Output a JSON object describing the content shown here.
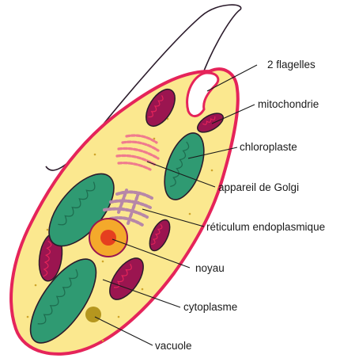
{
  "labels": {
    "flagella": "2 flagelles",
    "mitochondria": "mitochondrie",
    "chloroplast": "chloroplaste",
    "golgi": "appareil de Golgi",
    "er": "réticulum endoplasmique",
    "nucleus": "noyau",
    "cytoplasm": "cytoplasme",
    "vacuole": "vacuole"
  },
  "colors": {
    "cell_fill": "#fbe88f",
    "membrane": "#e5245a",
    "mitochondria": "#9b1550",
    "chloroplast": "#2f9a72",
    "golgi": "#f07b8e",
    "er": "#b787a8",
    "nucleus": "#f4a92b",
    "nucleolus": "#e53f1f",
    "vacuole": "#b5961e",
    "outline": "#2b1b2b"
  }
}
